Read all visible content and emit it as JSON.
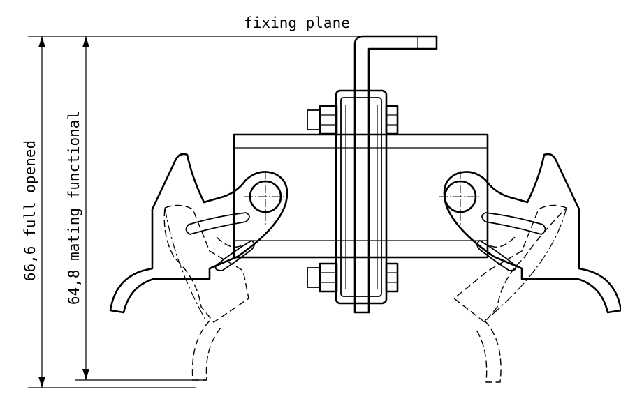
{
  "labels": {
    "fixing_plane": "fixing plane",
    "full_opened": "66,6 full opened",
    "mating_functional": "64,8 mating functional"
  }
}
